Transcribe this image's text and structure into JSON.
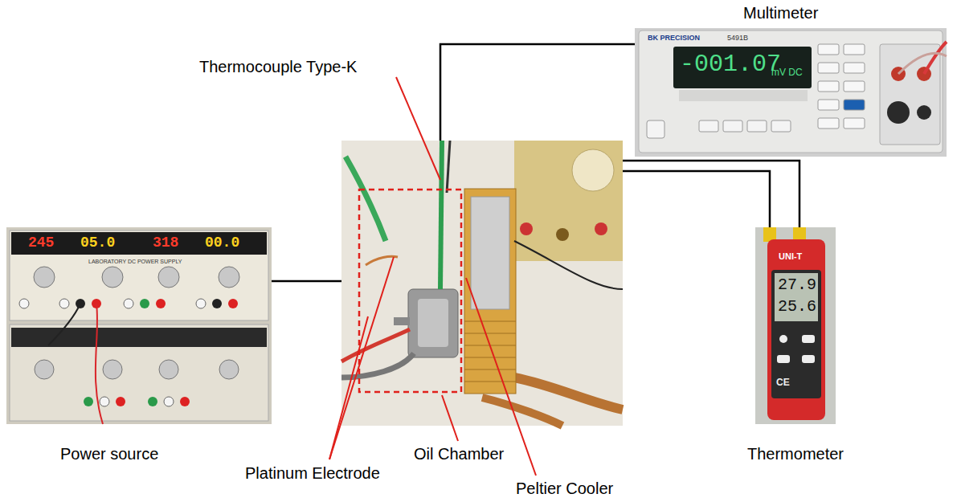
{
  "diagram": {
    "nodes": [
      {
        "text": [
          "Multimeter"
        ]
      },
      {
        "text": [
          "Power source"
        ]
      },
      {
        "text": [
          "Oil Chamber"
        ]
      },
      {
        "text": [
          "Thermometer"
        ]
      }
    ],
    "edges": [
      {
        "from": 0,
        "to": 2,
        "arrow": "none"
      },
      {
        "from": 1,
        "to": 2,
        "arrow": "none"
      },
      {
        "from": 3,
        "to": 2,
        "arrow": "none"
      },
      {
        "from": 3,
        "to": 2,
        "arrow": "none"
      }
    ],
    "labels": [
      "Thermocouple Type-K",
      "Platinum Electrode",
      "Peltier Cooler",
      "BK PRECISION",
      "5491B",
      "-001.07",
      "mV DC",
      "LABORATORY DC POWER SUPPLY",
      "245",
      "05.0",
      "318",
      "00.0",
      "UNI-T",
      "27.9",
      "25.6",
      "CE"
    ]
  }
}
